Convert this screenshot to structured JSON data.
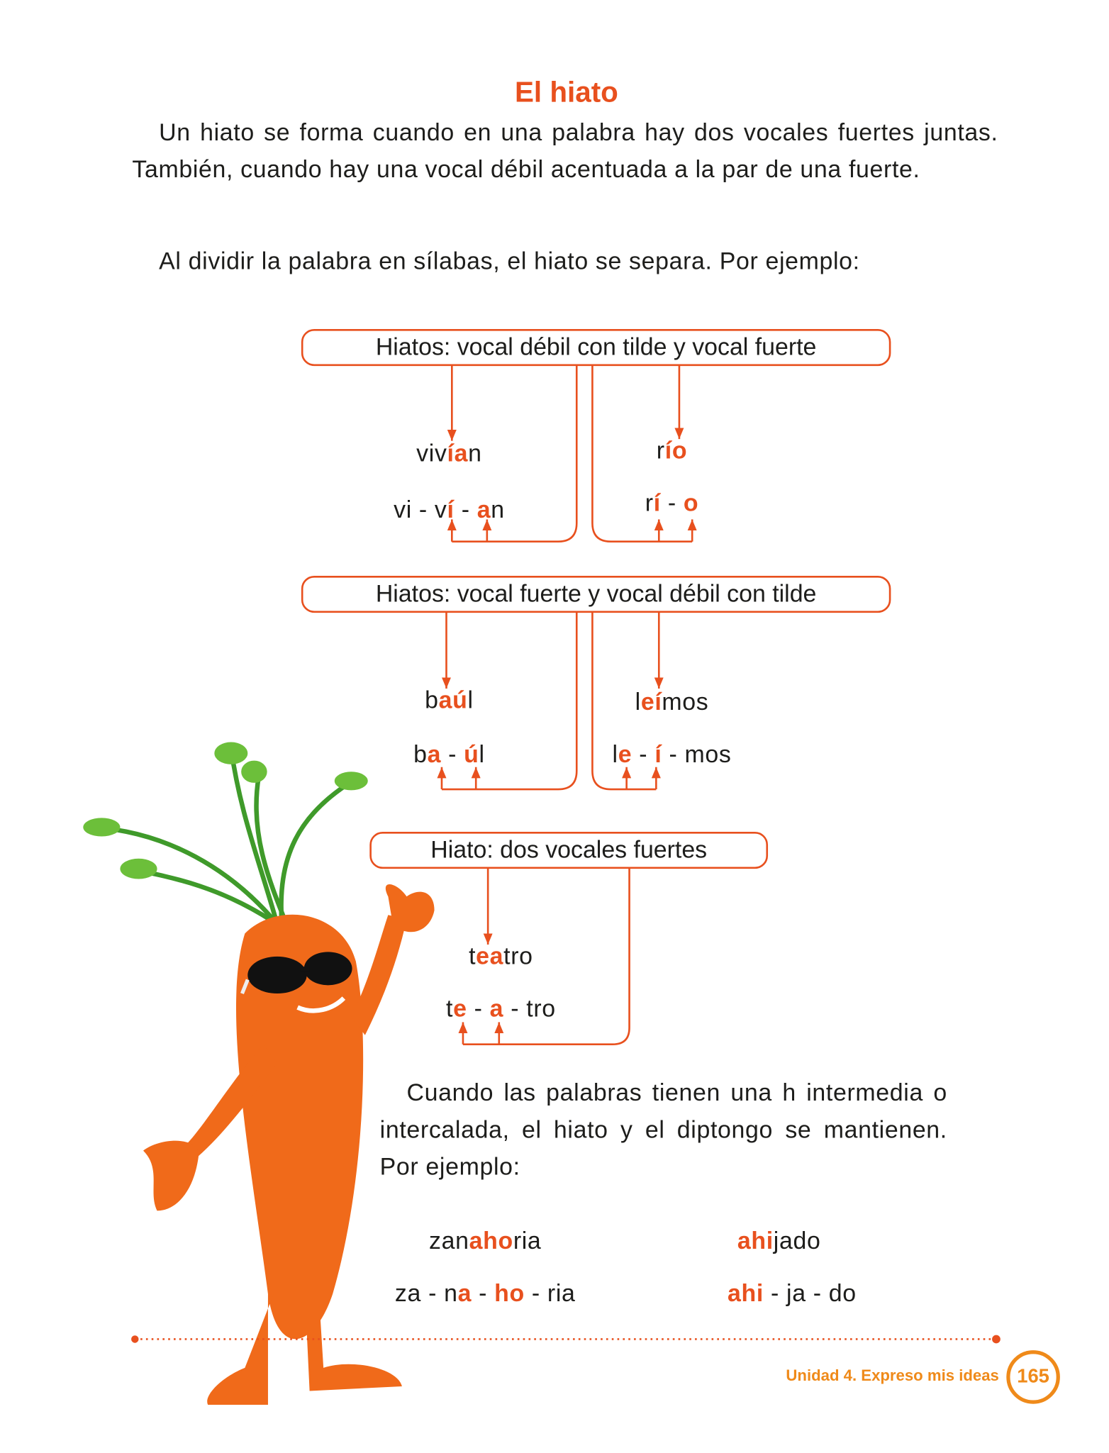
{
  "title": "El hiato",
  "intro": {
    "paragraph1": "Un hiato se forma cuando en una palabra hay dos vocales fuertes juntas. También, cuando hay una vocal débil acentuada a la par de una fuerte.",
    "paragraph2": "Al dividir la palabra en sílabas, el hiato se separa. Por ejemplo:"
  },
  "groups": [
    {
      "label": "Hiatos:  vocal débil con tilde y vocal fuerte",
      "examples": [
        {
          "word": [
            {
              "t": "viv"
            },
            {
              "t": "ía",
              "hl": true
            },
            {
              "t": "n"
            }
          ],
          "syllables": [
            {
              "t": "vi - v"
            },
            {
              "t": "í",
              "hl": true
            },
            {
              "t": " - "
            },
            {
              "t": "a",
              "hl": true
            },
            {
              "t": "n"
            }
          ]
        },
        {
          "word": [
            {
              "t": "r"
            },
            {
              "t": "ío",
              "hl": true
            }
          ],
          "syllables": [
            {
              "t": "r"
            },
            {
              "t": "í",
              "hl": true
            },
            {
              "t": " - "
            },
            {
              "t": "o",
              "hl": true
            }
          ]
        }
      ]
    },
    {
      "label": "Hiatos:  vocal fuerte y vocal débil con tilde",
      "examples": [
        {
          "word": [
            {
              "t": "b"
            },
            {
              "t": "aú",
              "hl": true
            },
            {
              "t": "l"
            }
          ],
          "syllables": [
            {
              "t": "b"
            },
            {
              "t": "a",
              "hl": true
            },
            {
              "t": " - "
            },
            {
              "t": "ú",
              "hl": true
            },
            {
              "t": "l"
            }
          ]
        },
        {
          "word": [
            {
              "t": "l"
            },
            {
              "t": "eí",
              "hl": true
            },
            {
              "t": "mos"
            }
          ],
          "syllables": [
            {
              "t": "l"
            },
            {
              "t": "e",
              "hl": true
            },
            {
              "t": " - "
            },
            {
              "t": "í",
              "hl": true
            },
            {
              "t": " - mos"
            }
          ]
        }
      ]
    },
    {
      "label": "Hiato:  dos vocales fuertes",
      "examples": [
        {
          "word": [
            {
              "t": "t"
            },
            {
              "t": "ea",
              "hl": true
            },
            {
              "t": "tro"
            }
          ],
          "syllables": [
            {
              "t": "t"
            },
            {
              "t": "e",
              "hl": true
            },
            {
              "t": " - "
            },
            {
              "t": "a",
              "hl": true
            },
            {
              "t": " - tro"
            }
          ]
        }
      ]
    }
  ],
  "h_paragraph": "Cuando las palabras tienen una h intermedia o intercalada, el hiato y el diptongo se mantienen. Por ejemplo:",
  "h_examples": [
    {
      "word": [
        {
          "t": "zan"
        },
        {
          "t": "aho",
          "hl": true
        },
        {
          "t": "ria"
        }
      ],
      "syllables": [
        {
          "t": "za - n"
        },
        {
          "t": "a",
          "hl": true
        },
        {
          "t": " - "
        },
        {
          "t": "ho",
          "hl": true
        },
        {
          "t": " - ria"
        }
      ]
    },
    {
      "word": [
        {
          "t": "ahi",
          "hl": true
        },
        {
          "t": "jado"
        }
      ],
      "syllables": [
        {
          "t": "ahi",
          "hl": true
        },
        {
          "t": " - ja - do"
        }
      ]
    }
  ],
  "footer": {
    "unit": "Unidad 4. Expreso mis ideas",
    "page": "165"
  },
  "colors": {
    "accent": "#e8501e",
    "footer": "#ef8a1a"
  }
}
